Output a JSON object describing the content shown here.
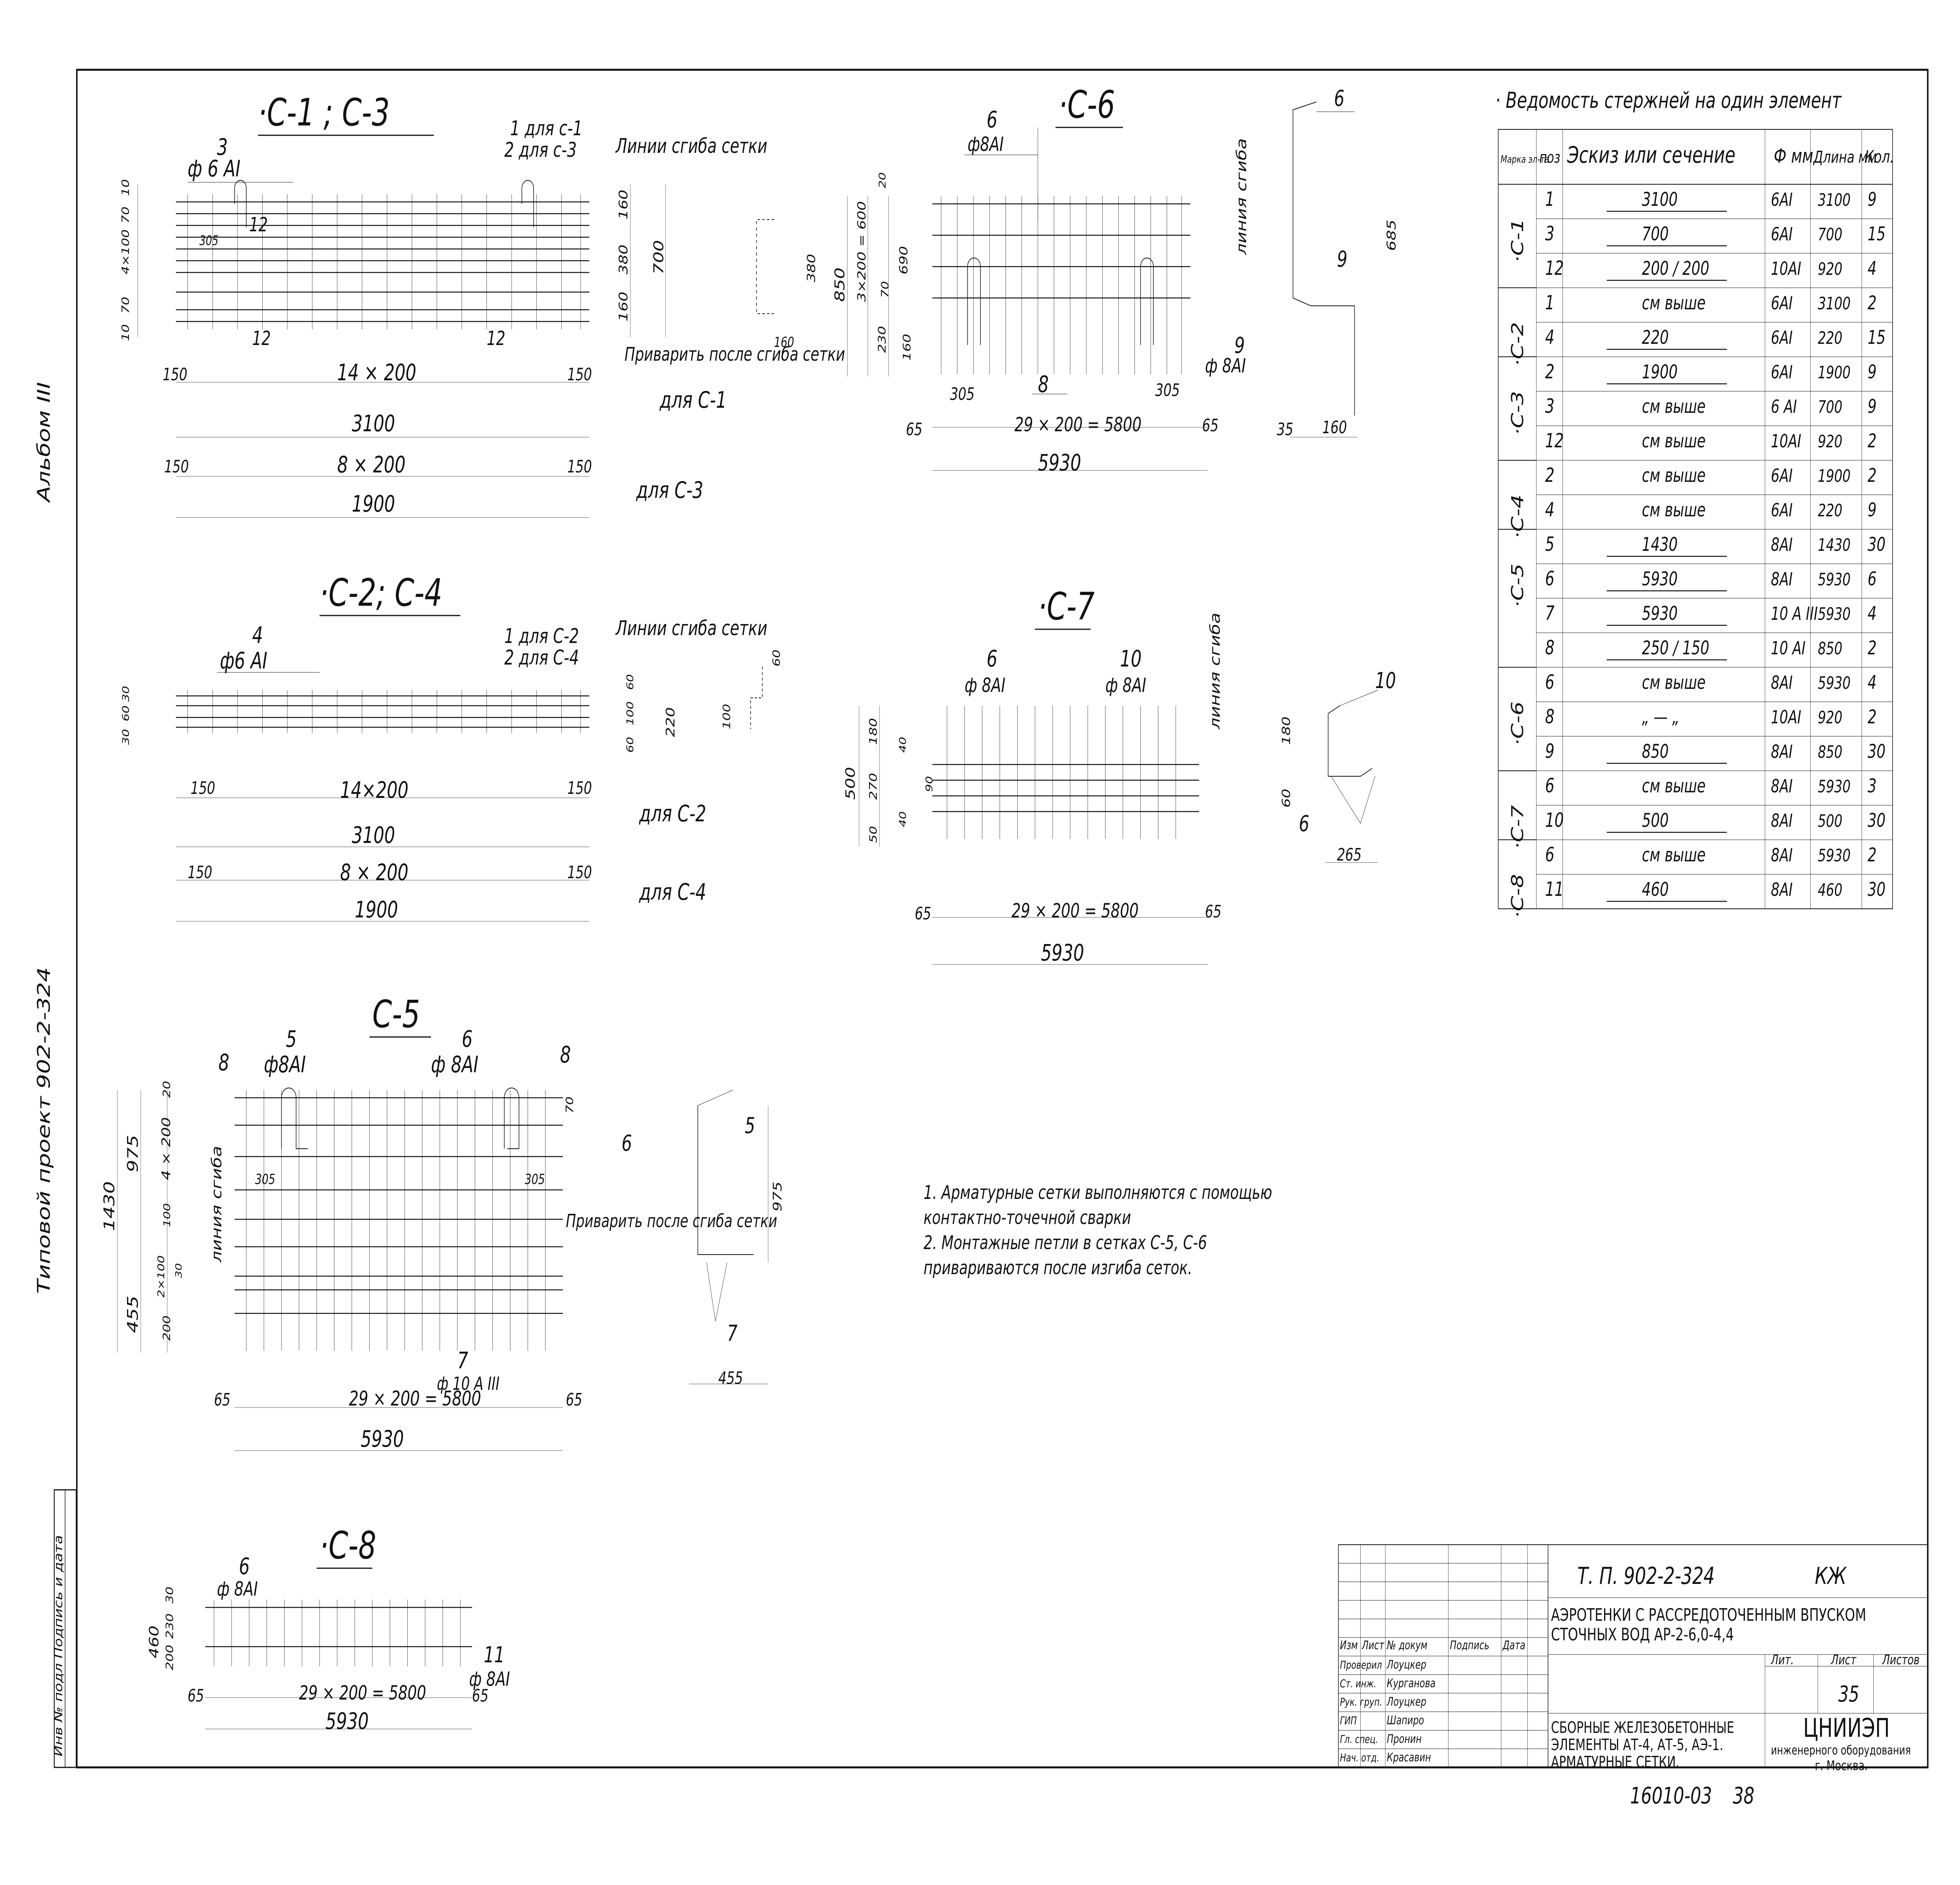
{
  "sheet": {
    "album_label": "Альбом III",
    "project_label": "Типовой проект 902-2-324",
    "left_stamp_label": "Инв № подл  Подпись и дата"
  },
  "views": {
    "c1_c3": {
      "title": "·С-1 ; С-3",
      "pos3": "3",
      "bar3": "ф 6 АI",
      "note_c1": "1 для с-1",
      "note_c3": "2 для с-3",
      "bend_lines": "Линии сгиба сетки",
      "weld_after": "Приварить после сгиба сетки",
      "for_c1": "для С-1",
      "for_c3": "для С-3",
      "pos12": "12",
      "left_dims": [
        "10",
        "70",
        "4×100",
        "70",
        "10"
      ],
      "right_dims": [
        "160",
        "380",
        "160"
      ],
      "total_h": "700",
      "dim_150": "150",
      "dim_14x200": "14 × 200",
      "len_3100": "3100",
      "dim_8x200": "8 × 200",
      "len_1900": "1900",
      "dim_305": "305",
      "sec_380": "380",
      "sec_160": "160"
    },
    "c2_c4": {
      "title": "·С-2; С-4",
      "pos4": "4",
      "bar4": "ф6 АI",
      "note_c2": "1 для С-2",
      "note_c4": "2 для С-4",
      "bend_lines": "Линии сгиба сетки",
      "left_dims": [
        "30",
        "60",
        "30"
      ],
      "right_dims": [
        "60",
        "100",
        "60"
      ],
      "total_h": "220",
      "dim_150": "150",
      "dim_14x200": "14×200",
      "len_3100": "3100",
      "dim_8x200": "8 × 200",
      "len_1900": "1900",
      "for_c2": "для С-2",
      "for_c4": "для С-4",
      "sec_60": "60",
      "sec_100": "100"
    },
    "c5": {
      "title": "С-5",
      "pos8": "8",
      "pos5": "5",
      "bar5": "ф8АI",
      "pos6": "6",
      "bar6": "ф 8АI",
      "pos7": "7",
      "bar7": "ф 10 А III",
      "bend_line": "линия сгиба",
      "weld_after": "Приварить после сгиба сетки",
      "dim_1430": "1430",
      "dim_975": "975",
      "dim_455": "455",
      "dim_4x200": "4 × 200",
      "dim_2x100": "2×100",
      "dim_20": "20",
      "dim_100": "100",
      "dim_200": "200",
      "dim_30": "30",
      "dim_70": "70",
      "dim_305": "305",
      "dim_65": "65",
      "dim_29x200": "29 × 200 = 5800",
      "len_5930": "5930",
      "sec_975": "975",
      "sec_455": "455",
      "sec_pos6": "6",
      "sec_pos5": "5",
      "sec_pos7": "7"
    },
    "c6": {
      "title": "·С-6",
      "pos6": "6",
      "bar6": "ф8АI",
      "pos8": "8",
      "pos9": "9",
      "bar9": "ф 8АI",
      "bend_line": "линия сгиба",
      "dim_850": "850",
      "dim_3x200": "3×200 = 600",
      "dim_20": "20",
      "dim_690": "690",
      "dim_70": "70",
      "dim_230": "230",
      "dim_160": "160",
      "dim_305": "305",
      "dim_65": "65",
      "dim_29x200": "29 × 200 = 5800",
      "len_5930": "5930",
      "sec_pos6": "6",
      "sec_685": "685",
      "sec_pos9": "9",
      "sec_35": "35",
      "sec_160": "160"
    },
    "c7": {
      "title": "·С-7",
      "pos6": "6",
      "bar6": "ф 8АI",
      "pos10": "10",
      "bar10": "ф 8АI",
      "bend_line": "линия сгиба",
      "dim_500": "500",
      "dim_180": "180",
      "dim_270": "270",
      "dim_50": "50",
      "dim_40": "40",
      "dim_90": "90",
      "dim_65": "65",
      "dim_29x200": "29 × 200 = 5800",
      "len_5930": "5930",
      "sec_pos10": "10",
      "sec_180": "180",
      "sec_60": "60",
      "sec_pos6": "6",
      "sec_265": "265"
    },
    "c8": {
      "title": "·С-8",
      "pos6": "6",
      "bar6": "ф 8АI",
      "pos11": "11",
      "bar11": "ф 8АI",
      "dim_460": "460",
      "dim_30": "30",
      "dim_200": "200",
      "dim_230": "230",
      "dim_65": "65",
      "dim_29x200": "29 × 200 = 5800",
      "len_5930": "5930"
    }
  },
  "notes": {
    "n1": "1.  Арматурные сетки выполняются с помощью контактно-точечной сварки",
    "n2": "2.  Монтажные петли в сетках С-5, С-6 привариваются после изгиба сеток."
  },
  "schedule": {
    "title": "· Ведомость стержней на один элемент",
    "headers": [
      "Марка эл-та",
      "поз",
      "Эскиз или сечение",
      "Ф мм",
      "Длина мм",
      "Кол."
    ],
    "rows": [
      {
        "mark": "·С-1",
        "pos": "1",
        "sketch": "3100",
        "dia": "6АI",
        "len": "3100",
        "qty": "9"
      },
      {
        "mark": "",
        "pos": "3",
        "sketch": "700",
        "dia": "6АI",
        "len": "700",
        "qty": "15"
      },
      {
        "mark": "",
        "pos": "12",
        "sketch": "200 / 200",
        "dia": "10АI",
        "len": "920",
        "qty": "4"
      },
      {
        "mark": "·С-2",
        "pos": "1",
        "sketch": "см выше",
        "dia": "6АI",
        "len": "3100",
        "qty": "2"
      },
      {
        "mark": "",
        "pos": "4",
        "sketch": "220",
        "dia": "6АI",
        "len": "220",
        "qty": "15"
      },
      {
        "mark": "·С-3",
        "pos": "2",
        "sketch": "1900",
        "dia": "6АI",
        "len": "1900",
        "qty": "9"
      },
      {
        "mark": "",
        "pos": "3",
        "sketch": "см выше",
        "dia": "6 АI",
        "len": "700",
        "qty": "9"
      },
      {
        "mark": "",
        "pos": "12",
        "sketch": "см выше",
        "dia": "10АI",
        "len": "920",
        "qty": "2"
      },
      {
        "mark": "·С-4",
        "pos": "2",
        "sketch": "см выше",
        "dia": "6АI",
        "len": "1900",
        "qty": "2"
      },
      {
        "mark": "",
        "pos": "4",
        "sketch": "см выше",
        "dia": "6АI",
        "len": "220",
        "qty": "9"
      },
      {
        "mark": "·С-5",
        "pos": "5",
        "sketch": "1430",
        "dia": "8АI",
        "len": "1430",
        "qty": "30"
      },
      {
        "mark": "",
        "pos": "6",
        "sketch": "5930",
        "dia": "8АI",
        "len": "5930",
        "qty": "6"
      },
      {
        "mark": "",
        "pos": "7",
        "sketch": "5930",
        "dia": "10 А III",
        "len": "5930",
        "qty": "4"
      },
      {
        "mark": "",
        "pos": "8",
        "sketch": "250 / 150",
        "dia": "10 АI",
        "len": "850",
        "qty": "2"
      },
      {
        "mark": "·С-6",
        "pos": "6",
        "sketch": "см выше",
        "dia": "8АI",
        "len": "5930",
        "qty": "4"
      },
      {
        "mark": "",
        "pos": "8",
        "sketch": "„ — „",
        "dia": "10АI",
        "len": "920",
        "qty": "2"
      },
      {
        "mark": "",
        "pos": "9",
        "sketch": "850",
        "dia": "8АI",
        "len": "850",
        "qty": "30"
      },
      {
        "mark": "·С-7",
        "pos": "6",
        "sketch": "см выше",
        "dia": "8АI",
        "len": "5930",
        "qty": "3"
      },
      {
        "mark": "",
        "pos": "10",
        "sketch": "500",
        "dia": "8АI",
        "len": "500",
        "qty": "30"
      },
      {
        "mark": "·С-8",
        "pos": "6",
        "sketch": "см выше",
        "dia": "8АI",
        "len": "5930",
        "qty": "2"
      },
      {
        "mark": "",
        "pos": "11",
        "sketch": "460",
        "dia": "8АI",
        "len": "460",
        "qty": "30"
      }
    ]
  },
  "title_block": {
    "code": "Т. П.  902-2-324",
    "doc_type": "КЖ",
    "project_title": "Аэротенки с рассредоточенным впуском сточных вод  АР-2-6,0-4,4",
    "stage_label": "Лит.",
    "sheet_label": "Лист",
    "sheets_label": "Листов",
    "sheet_no": "35",
    "drawing_title": "Сборные железобетонные элементы АТ-4, АТ-5, АЭ-1. Арматурные сетки.",
    "org_name": "ЦНИИЭП",
    "org_sub": "инженерного оборудования",
    "org_city": "г. Москва.",
    "rev_headers": [
      "Изм",
      "Лист",
      "№ докум",
      "Подпись",
      "Дата"
    ],
    "roles": [
      {
        "role": "Проверил",
        "name": "Лоуцкер"
      },
      {
        "role": "Ст. инж.",
        "name": "Курганова"
      },
      {
        "role": "Рук. груп.",
        "name": "Лоуцкер"
      },
      {
        "role": "ГИП",
        "name": "Шапиро"
      },
      {
        "role": "Гл. спец.",
        "name": "Пронин"
      },
      {
        "role": "Нач. отд.",
        "name": "Красавин"
      }
    ],
    "archive_no": "16010-03",
    "archive_page": "38"
  }
}
